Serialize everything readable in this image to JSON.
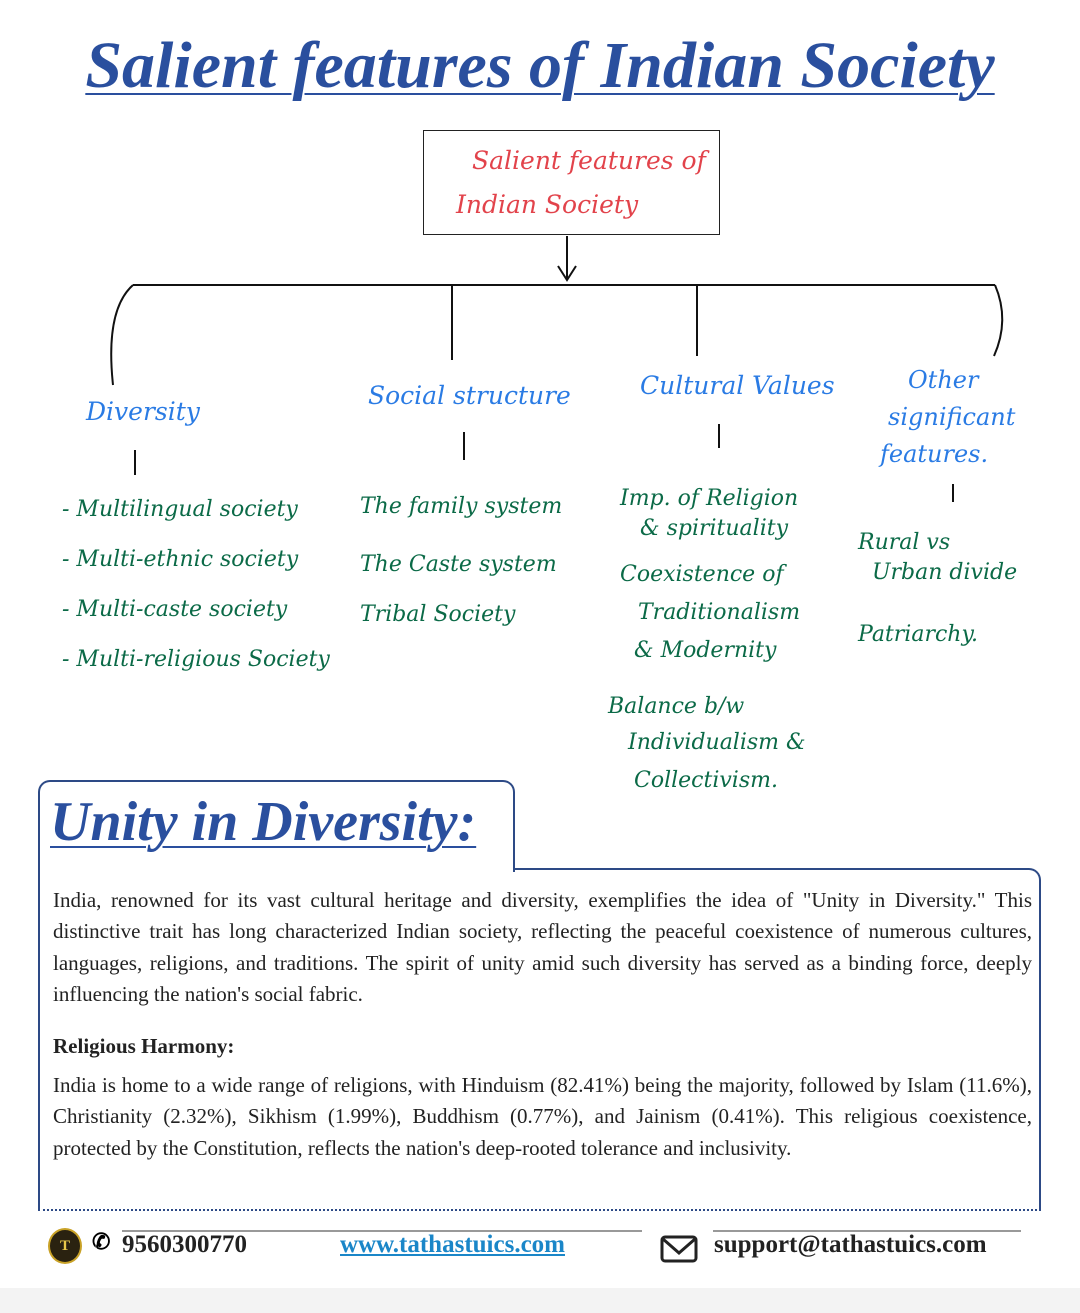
{
  "title": "Salient features of Indian Society",
  "diagram": {
    "root": [
      "Salient features of",
      "Indian Society"
    ],
    "branches": [
      {
        "heading": [
          "Diversity"
        ],
        "items": [
          "Multilingual society",
          "Multi-ethnic society",
          "Multi-caste society",
          "Multi-religious Society"
        ]
      },
      {
        "heading": [
          "Social structure"
        ],
        "items": [
          "The family system",
          "The Caste system",
          "Tribal Society"
        ]
      },
      {
        "heading": [
          "Cultural Values"
        ],
        "items": [
          "Imp. of Religion",
          "& spirituality",
          "Coexistence of",
          "Traditionalism",
          "& Modernity",
          "Balance b/w",
          "Individualism &",
          "Collectivism."
        ]
      },
      {
        "heading": [
          "Other",
          "significant",
          "features."
        ],
        "items": [
          "Rural vs",
          "Urban divide",
          "Patriarchy."
        ]
      }
    ]
  },
  "unity": {
    "title": "Unity in Diversity:",
    "intro": "India, renowned for its vast cultural heritage and diversity, exemplifies the idea of \"Unity in Diversity.\" This distinctive trait has long characterized Indian society, reflecting the peaceful coexistence of numerous cultures, languages, religions, and traditions. The spirit of unity amid such diversity has served as a binding force, deeply influencing the nation's social fabric.",
    "subheading": "Religious Harmony:",
    "religion": "India is home to a wide range of religions, with Hinduism (82.41%) being the majority, followed by Islam (11.6%), Christianity (2.32%), Sikhism (1.99%), Buddhism (0.77%), and Jainism (0.41%). This religious coexistence, protected by the Constitution, reflects the nation's deep-rooted tolerance and inclusivity."
  },
  "footer": {
    "logo_letter": "T",
    "phone": "9560300770",
    "website": "www.tathastuics.com",
    "email": "support@tathastuics.com"
  },
  "colors": {
    "title": "#2a4f9e",
    "red": "#e2434b",
    "blue": "#2a7be4",
    "green": "#0b6a47",
    "link": "#1a86c8"
  }
}
